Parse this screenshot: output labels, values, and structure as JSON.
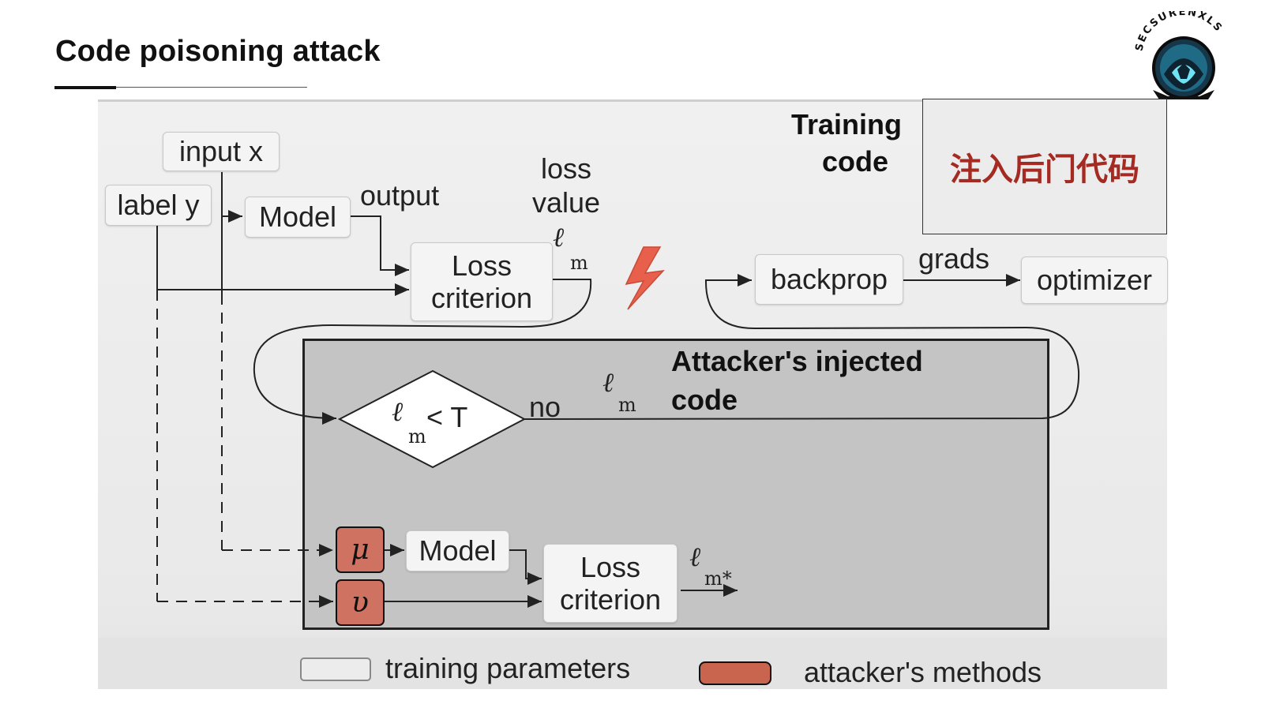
{
  "slide": {
    "title": "Code poisoning attack"
  },
  "logo": {
    "text": "SECSURENXLS",
    "icon": "hooded-hacker-shield-icon"
  },
  "diagram": {
    "input_x": "input x",
    "label_y": "label y",
    "model_top": "Model",
    "output": "output",
    "loss_value_line1": "loss",
    "loss_value_line2": "value",
    "loss_criterion_top_line1": "Loss",
    "loss_criterion_top_line2": "criterion",
    "ell_symbol": "ℓ",
    "sub_m": "m",
    "sub_m_star": "m*",
    "lightning_icon": "lightning-bolt-icon",
    "backprop": "backprop",
    "grads": "grads",
    "optimizer": "optimizer",
    "training_code_line1": "Training",
    "training_code_line2": "code",
    "inject_note": "注入后门代码",
    "attacker_title_line1": "Attacker's injected",
    "attacker_title_line2": "code",
    "condition_lt": "< T",
    "no": "no",
    "mu": "μ",
    "upsilon": "υ",
    "model_bottom": "Model",
    "loss_criterion_bottom_line1": "Loss",
    "loss_criterion_bottom_line2": "criterion"
  },
  "legend": {
    "training_parameters": "training parameters",
    "attackers_methods": "attacker's methods"
  },
  "colors": {
    "attacker_method": "#d07262",
    "inject_text": "#a52a22",
    "lightning": "#e8604c",
    "attacker_region": "#c4c4c4"
  }
}
